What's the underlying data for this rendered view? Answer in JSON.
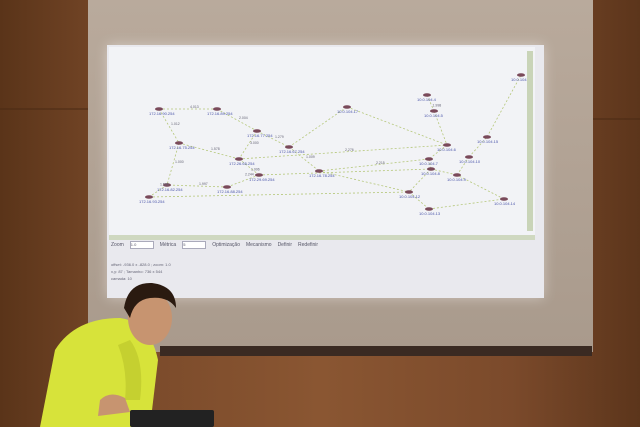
{
  "controls": {
    "zoom_label": "Zoom",
    "zoom_value": "1.0",
    "metric_label": "Métrica",
    "metric_value": "5",
    "optimization_label": "Optimização",
    "mechanism_label": "Mecanismo",
    "define_label": "Definir",
    "reset_label": "Redefinir"
  },
  "info_lines": [
    "offset: -936.0 x -828.0 ; zoom: 1.0",
    "x,y: 87 ; Tamanho: 736 x 544",
    "camada: 10"
  ],
  "nodes": [
    "172.16.90.254",
    "172.16.89.254",
    "172.16.77.254",
    "172.26.65.254",
    "172.16.67.254",
    "172.16.75.254",
    "172.29.69.254",
    "172.16.88.254",
    "172.16.82.254",
    "172.16.78.254",
    "172.16.93.254",
    "10.0.104.4",
    "10.0.104.5",
    "10.0.104.6",
    "10.0.104.7",
    "10.0.104.8",
    "10.0.104.9",
    "10.0.104.10",
    "10.0.104.12",
    "10.0.104.13",
    "10.0.104.14",
    "10.0.104.15",
    "10.0.104.16",
    "10.0.104.17"
  ],
  "edge_labels": [
    "4.013",
    "1.012",
    "2.004",
    "1.279",
    "3.000",
    "1.996",
    "1.000",
    "1.578",
    "2.244",
    "1.997",
    "1.568",
    "1.009",
    "2.215",
    "2.276",
    "1.998"
  ]
}
